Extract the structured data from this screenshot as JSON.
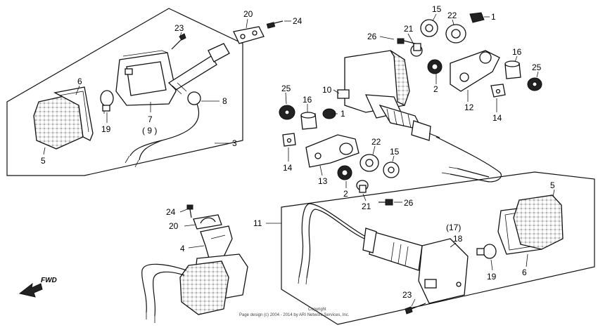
{
  "diagram": {
    "callouts": [
      {
        "id": "c-20-top",
        "text": "20"
      },
      {
        "id": "c-24-top",
        "text": "24"
      },
      {
        "id": "c-23-top",
        "text": "23"
      },
      {
        "id": "c-6-left",
        "text": "6"
      },
      {
        "id": "c-19-left",
        "text": "19"
      },
      {
        "id": "c-5-left",
        "text": "5"
      },
      {
        "id": "c-7",
        "text": "7"
      },
      {
        "id": "c-9",
        "text": "( 9 )"
      },
      {
        "id": "c-8",
        "text": "8"
      },
      {
        "id": "c-3",
        "text": "3"
      },
      {
        "id": "c-15-top",
        "text": "15"
      },
      {
        "id": "c-22-top",
        "text": "22"
      },
      {
        "id": "c-1-top",
        "text": "1"
      },
      {
        "id": "c-26-top",
        "text": "26"
      },
      {
        "id": "c-21-top",
        "text": "21"
      },
      {
        "id": "c-2-top",
        "text": "2"
      },
      {
        "id": "c-16-right",
        "text": "16"
      },
      {
        "id": "c-25-right",
        "text": "25"
      },
      {
        "id": "c-12",
        "text": "12"
      },
      {
        "id": "c-14-right",
        "text": "14"
      },
      {
        "id": "c-10",
        "text": "10"
      },
      {
        "id": "c-25-mid",
        "text": "25"
      },
      {
        "id": "c-16-mid",
        "text": "16"
      },
      {
        "id": "c-1-mid",
        "text": "1"
      },
      {
        "id": "c-14-mid",
        "text": "14"
      },
      {
        "id": "c-13",
        "text": "13"
      },
      {
        "id": "c-22-mid",
        "text": "22"
      },
      {
        "id": "c-15-mid",
        "text": "15"
      },
      {
        "id": "c-2-mid",
        "text": "2"
      },
      {
        "id": "c-21-mid",
        "text": "21"
      },
      {
        "id": "c-26-mid",
        "text": "26"
      },
      {
        "id": "c-24-low",
        "text": "24"
      },
      {
        "id": "c-20-low",
        "text": "20"
      },
      {
        "id": "c-4",
        "text": "4"
      },
      {
        "id": "c-11",
        "text": "11"
      },
      {
        "id": "c-17",
        "text": "(17)"
      },
      {
        "id": "c-18",
        "text": "18"
      },
      {
        "id": "c-5-right",
        "text": "5"
      },
      {
        "id": "c-19-right",
        "text": "19"
      },
      {
        "id": "c-6-right",
        "text": "6"
      },
      {
        "id": "c-23-low",
        "text": "23"
      }
    ],
    "fwd_label": "FWD",
    "copyright_line1": "Copyright",
    "copyright_line2": "Page design (c) 2004 - 2014 by ARI Network Services, Inc."
  }
}
